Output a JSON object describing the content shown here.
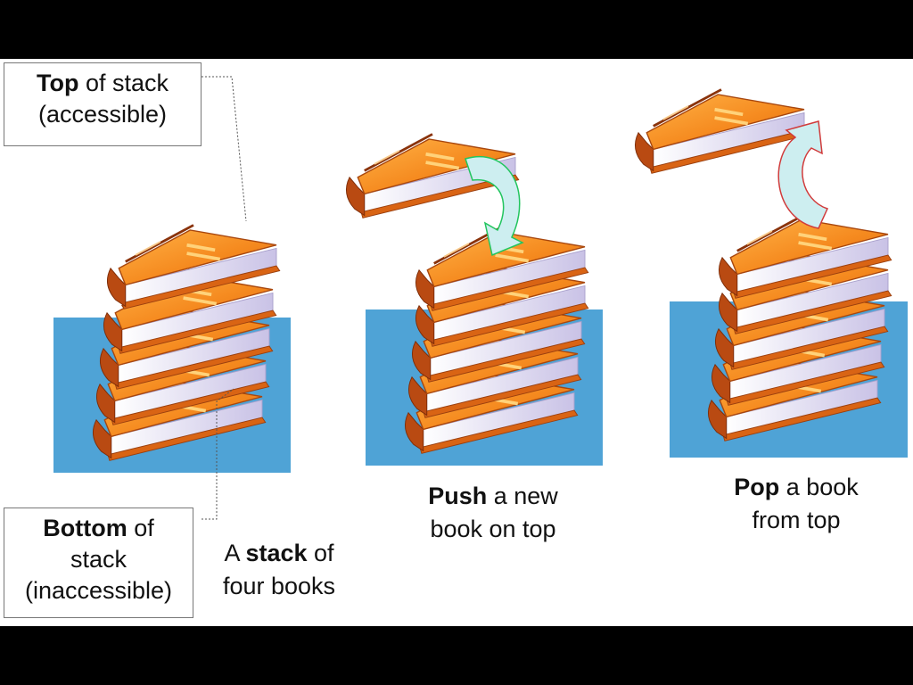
{
  "labels": {
    "top": {
      "bold": "Top",
      "rest_line1": " of stack",
      "line2": "(accessible)"
    },
    "bottom": {
      "bold": "Bottom",
      "rest_line1": " of",
      "line2": "stack",
      "line3": "(inaccessible)"
    }
  },
  "captions": {
    "stack": {
      "prefix": "A ",
      "bold": "stack",
      "rest_line1": " of",
      "line2": "four books"
    },
    "push": {
      "bold": "Push",
      "rest_line1": " a new",
      "line2": "book on top"
    },
    "pop": {
      "bold": "Pop",
      "rest_line1": " a book",
      "line2": "from top"
    }
  },
  "colors": {
    "background_band": "#000000",
    "slide": "#ffffff",
    "base_rect": "#4fa3d6",
    "book_cover": "#f58a1f",
    "book_spine": "#b94a12",
    "book_pages": "#e4e0f2",
    "push_arrow_stroke": "#22c55e",
    "pop_arrow_stroke": "#d13b3b",
    "arrow_fill": "#cdeef0"
  },
  "icons": [
    "book-icon",
    "curved-arrow-icon"
  ]
}
